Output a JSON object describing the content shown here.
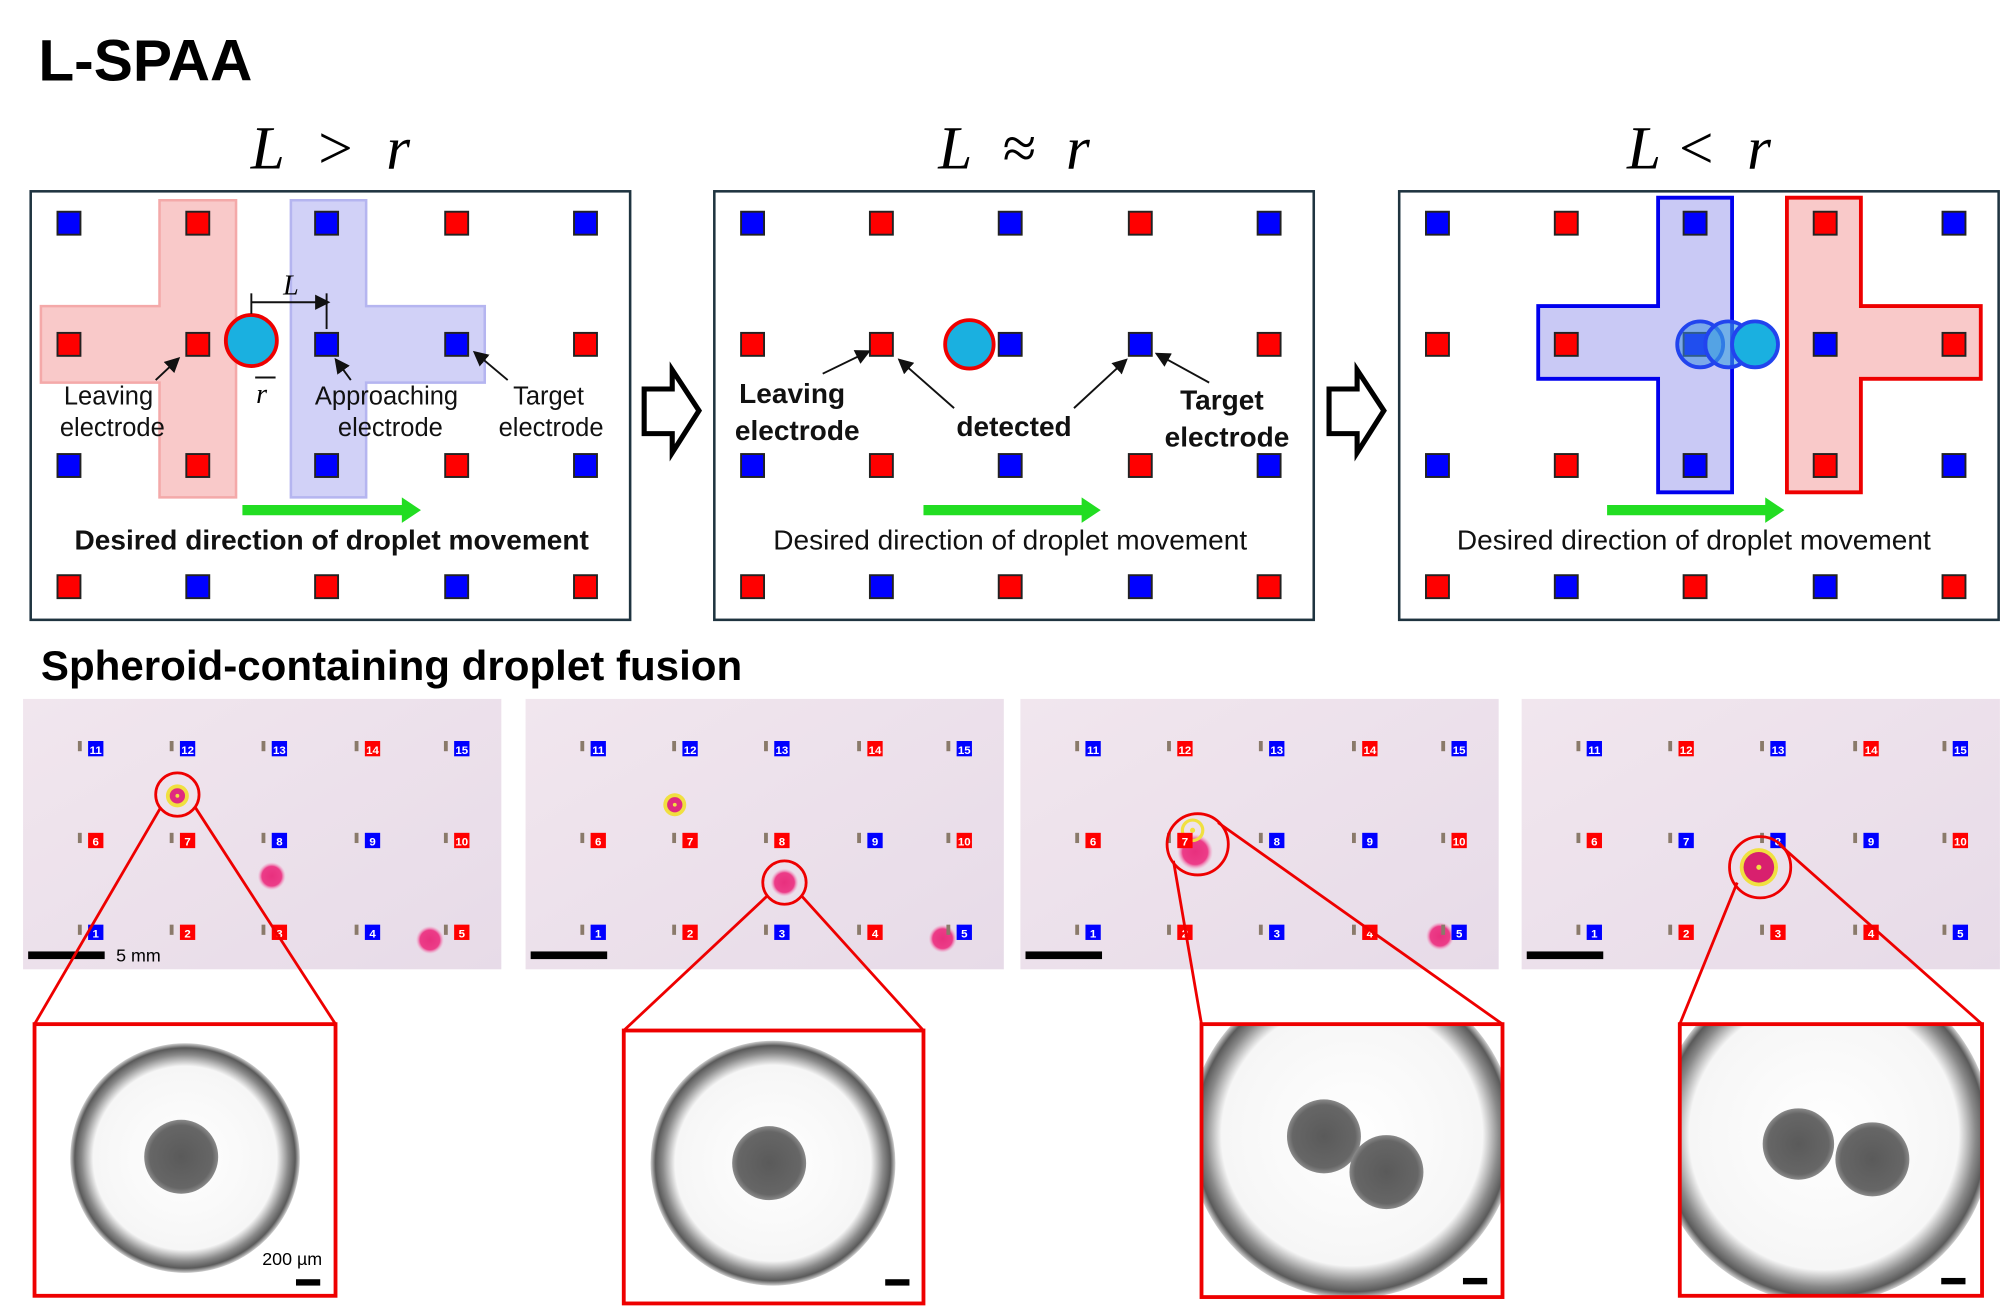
{
  "title": "L-SPAA",
  "section_title": "Spheroid-containing droplet fusion",
  "colors": {
    "red_electrode": "#ff0000",
    "blue_electrode": "#0000ff",
    "droplet": "#1ab0e0",
    "arrow_green": "#22dd22",
    "pink_fill": "#f9c9c9",
    "lavender_fill": "#c9c9f5",
    "photo_bg": "#ece0ea"
  },
  "panels": [
    {
      "heading": "L  >  r",
      "annotations": {
        "L": "L",
        "r": "r",
        "leaving": [
          "Leaving",
          "electrode"
        ],
        "approaching": [
          "Approaching",
          "electrode"
        ],
        "target": [
          "Target",
          "electrode"
        ]
      },
      "caption": "Desired direction of droplet movement"
    },
    {
      "heading": "L  ≈  r",
      "annotations": {
        "leaving": [
          "Leaving",
          "electrode"
        ],
        "detected": "detected",
        "target": [
          "Target",
          "electrode"
        ]
      },
      "caption": "Desired direction of droplet movement"
    },
    {
      "heading": "L <  r",
      "caption": "Desired direction of droplet movement"
    }
  ],
  "electrode_pattern": [
    [
      "B",
      "R",
      "B",
      "R",
      "B"
    ],
    [
      "R",
      "R",
      "B",
      "B",
      "R"
    ],
    [
      "B",
      "R",
      "B",
      "R",
      "B"
    ],
    [
      "R",
      "B",
      "R",
      "B",
      "R"
    ]
  ],
  "photos": [
    {
      "rows": [
        [
          "11",
          "B"
        ],
        [
          "12",
          "B"
        ],
        [
          "13",
          "B"
        ],
        [
          "14",
          "R"
        ],
        [
          "15",
          "B"
        ],
        [
          "6",
          "R"
        ],
        [
          "7",
          "R"
        ],
        [
          "8",
          "B"
        ],
        [
          "9",
          "B"
        ],
        [
          "10",
          "R"
        ],
        [
          "1",
          "B"
        ],
        [
          "2",
          "R"
        ],
        [
          "3",
          "R"
        ],
        [
          "4",
          "B"
        ],
        [
          "5",
          "R"
        ]
      ]
    },
    {
      "rows": [
        [
          "11",
          "B"
        ],
        [
          "12",
          "B"
        ],
        [
          "13",
          "B"
        ],
        [
          "14",
          "R"
        ],
        [
          "15",
          "B"
        ],
        [
          "6",
          "R"
        ],
        [
          "7",
          "R"
        ],
        [
          "8",
          "R"
        ],
        [
          "9",
          "B"
        ],
        [
          "10",
          "R"
        ],
        [
          "1",
          "B"
        ],
        [
          "2",
          "R"
        ],
        [
          "3",
          "B"
        ],
        [
          "4",
          "R"
        ],
        [
          "5",
          "B"
        ]
      ]
    },
    {
      "rows": [
        [
          "11",
          "B"
        ],
        [
          "12",
          "R"
        ],
        [
          "13",
          "B"
        ],
        [
          "14",
          "R"
        ],
        [
          "15",
          "B"
        ],
        [
          "6",
          "R"
        ],
        [
          "7",
          "R"
        ],
        [
          "8",
          "B"
        ],
        [
          "9",
          "B"
        ],
        [
          "10",
          "R"
        ],
        [
          "1",
          "B"
        ],
        [
          "2",
          "R"
        ],
        [
          "3",
          "B"
        ],
        [
          "4",
          "R"
        ],
        [
          "5",
          "B"
        ]
      ]
    },
    {
      "rows": [
        [
          "11",
          "B"
        ],
        [
          "12",
          "R"
        ],
        [
          "13",
          "B"
        ],
        [
          "14",
          "R"
        ],
        [
          "15",
          "B"
        ],
        [
          "6",
          "R"
        ],
        [
          "7",
          "B"
        ],
        [
          "8",
          "B"
        ],
        [
          "9",
          "B"
        ],
        [
          "10",
          "R"
        ],
        [
          "1",
          "B"
        ],
        [
          "2",
          "R"
        ],
        [
          "3",
          "R"
        ],
        [
          "4",
          "R"
        ],
        [
          "5",
          "B"
        ]
      ]
    }
  ],
  "scale_bars": {
    "photo": "5 mm",
    "micro": "200 µm"
  }
}
